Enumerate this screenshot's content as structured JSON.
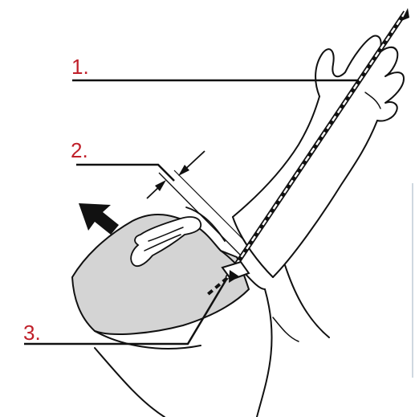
{
  "callouts": [
    {
      "number": "1."
    },
    {
      "number": "2."
    },
    {
      "number": "3."
    }
  ],
  "colors": {
    "label": "#c0202a",
    "line": "#111111",
    "cuff_fill": "#d4d4d4",
    "background": "#ffffff"
  },
  "icons": {
    "direction_arrow": "arrow-upper-left-icon",
    "gap_marker": "double-arrow-gap-icon"
  }
}
